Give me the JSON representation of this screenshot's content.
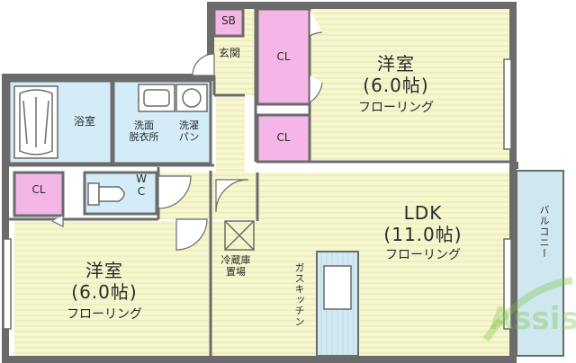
{
  "rooms": {
    "bedroom_top": {
      "name": "洋室",
      "size": "(6.0帖)",
      "floor": "フローリング"
    },
    "bedroom_bottom": {
      "name": "洋室",
      "size": "(6.0帖)",
      "floor": "フローリング"
    },
    "ldk": {
      "name": "LDK",
      "size": "(11.0帖)",
      "floor": "フローリング"
    },
    "bath": {
      "name": "浴室"
    },
    "washroom": {
      "name": "洗面\n脱衣所"
    },
    "washer_pan": {
      "name": "洗濯\nパン"
    },
    "toilet": {
      "name": "W\nC"
    },
    "entrance": {
      "name": "玄関"
    },
    "shoe_box": {
      "name": "SB"
    },
    "closet_top_upper": {
      "name": "CL"
    },
    "closet_top_lower": {
      "name": "CL"
    },
    "closet_left": {
      "name": "CL"
    },
    "fridge_space": {
      "name": "冷蔵庫\n置場"
    },
    "gas_kitchen": {
      "name": "ガスキッチン"
    },
    "balcony": {
      "name": "バルコニー"
    }
  },
  "logo": {
    "text": "Assist"
  },
  "colors": {
    "room_fill": "#f5f5cc",
    "closet_fill": "#f4b6e6",
    "wet_fill": "#d3ecf7",
    "balcony_fill": "#cfe7ee",
    "corridor_fill": "#f5f5cc",
    "wall": "#6b6b6b",
    "logo_green": "#7cc242"
  }
}
